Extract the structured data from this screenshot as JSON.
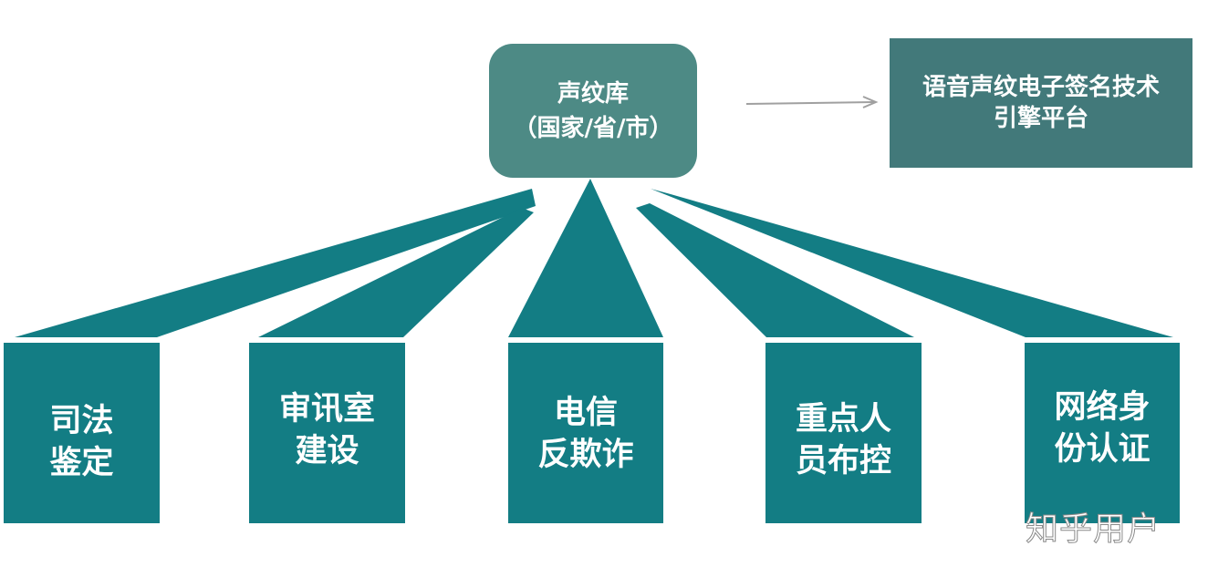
{
  "hub": {
    "lines": [
      "声纹库",
      "（国家/省/市）"
    ]
  },
  "engine": {
    "lines": [
      "语音声纹电子签名技术",
      "引擎平台"
    ]
  },
  "applications": [
    {
      "lines": [
        "司法",
        "鉴定"
      ]
    },
    {
      "lines": [
        "审讯室",
        "建设"
      ]
    },
    {
      "lines": [
        "电信",
        "反欺诈"
      ]
    },
    {
      "lines": [
        "重点人",
        "员布控"
      ]
    },
    {
      "lines": [
        "网络身",
        "份认证"
      ]
    }
  ],
  "watermark": "知乎用户",
  "colors": {
    "hub": "#4d8a85",
    "engine": "#42797a",
    "leaf": "#137d84",
    "connector": "#137d84",
    "arrow": "#a0a0a0"
  }
}
